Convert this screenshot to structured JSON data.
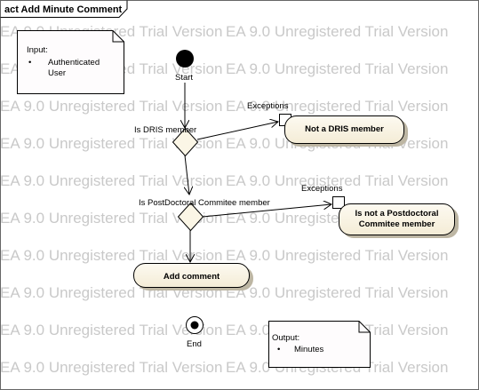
{
  "diagram": {
    "frame_title": "act Add Minute Comment",
    "watermark": "EA 9.0 Unregistered Trial Version",
    "input_note": {
      "title": "Input:",
      "bullet": "•",
      "line1": "Authenticated",
      "line2": "User"
    },
    "output_note": {
      "title": "Output:",
      "bullet": "•",
      "line1": "Minutes"
    },
    "start_label": "Start",
    "end_label": "End",
    "decision1_label": "Is DRIS member",
    "decision2_label": "Is PostDoctoral Commitee member",
    "exception1_label": "Exceptions",
    "exception2_label": "Exceptions",
    "activity_not_dris": "Not a DRIS member",
    "activity_not_postdoc_line1": "Is not a Postdoctoral",
    "activity_not_postdoc_line2": "Commitee member",
    "activity_add_comment": "Add comment",
    "colors": {
      "activity_fill": "#fbf6e6",
      "activity_shadow": "#bdb6a3",
      "decision_fill": "#fbf6e6",
      "note_fill": "#fefcfd",
      "watermark": "#c9c9c9",
      "line": "#000000"
    }
  }
}
